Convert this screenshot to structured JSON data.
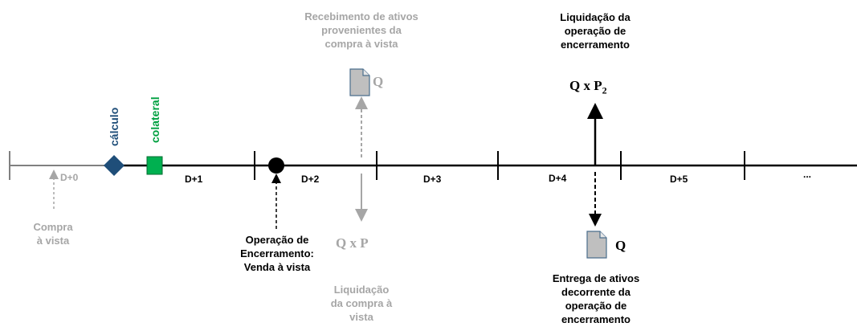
{
  "timeline": {
    "days": [
      "D+0",
      "D+1",
      "D+2",
      "D+3",
      "D+4",
      "D+5",
      "..."
    ]
  },
  "events": {
    "calculo": "cálculo",
    "colateral": "colateral",
    "compra_vista": [
      "Compra",
      "à vista"
    ],
    "operacao_encerramento": [
      "Operação de",
      "Encerramento:",
      "Venda à vista"
    ],
    "recebimento_ativos": [
      "Recebimento de ativos",
      "provenientes da",
      "compra à vista"
    ],
    "recebimento_q": "Q",
    "liquidacao_compra": [
      "Liquidação",
      "da compra à",
      "vista"
    ],
    "qxp": "Q x P",
    "liquidacao_encerramento": [
      "Liquidação da",
      "operação de",
      "encerramento"
    ],
    "qxp2_base": "Q x P",
    "qxp2_sub": "2",
    "entrega_ativos": [
      "Entrega de ativos",
      "decorrente da",
      "operação de",
      "encerramento"
    ],
    "entrega_q": "Q"
  },
  "colors": {
    "axis": "#000000",
    "axis_gray": "#808080",
    "diamond": "#1f4e79",
    "collateral": "#00b050",
    "gray_text": "#a6a6a6",
    "doc_fill": "#bfbfbf",
    "doc_stroke": "#4a6d8c"
  },
  "icons": [
    "diamond-marker",
    "square-marker",
    "circle-marker",
    "document-icon"
  ]
}
